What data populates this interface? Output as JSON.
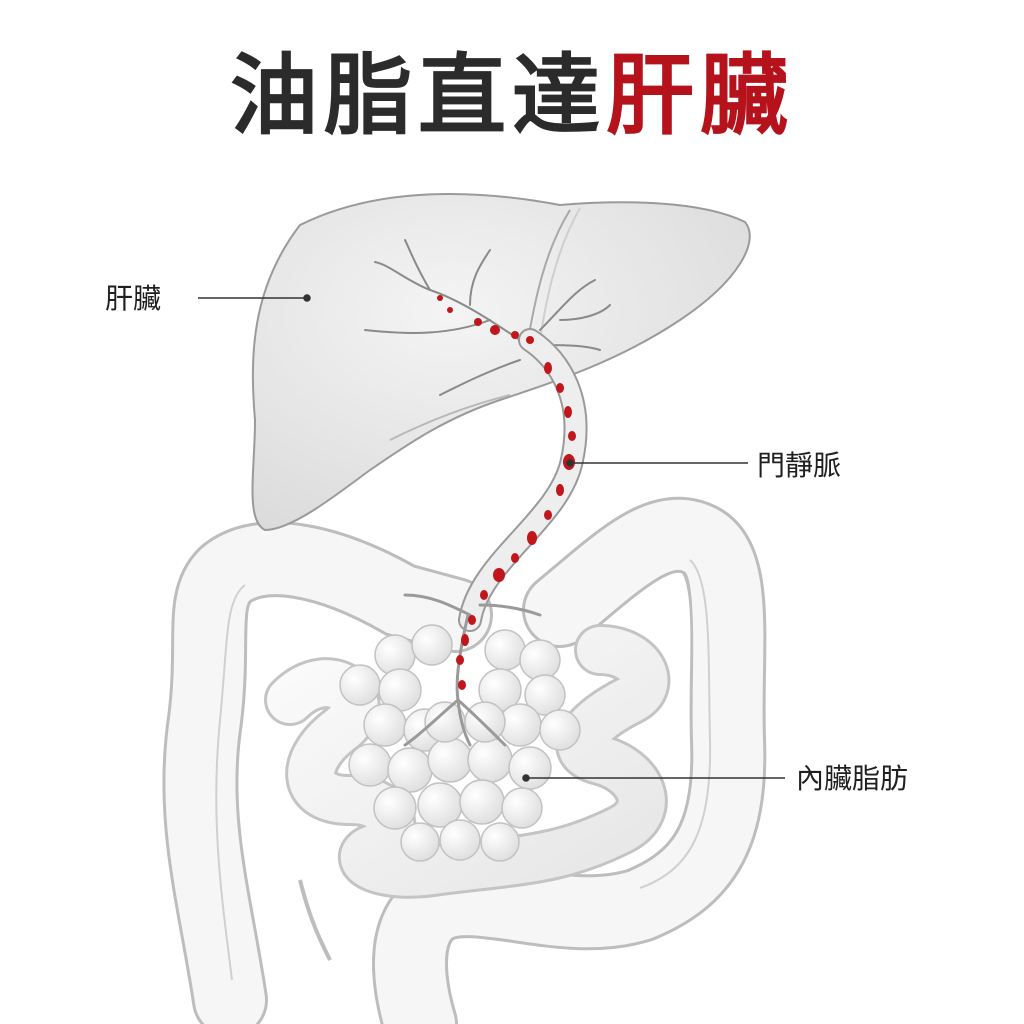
{
  "title": {
    "part1": "油脂直達",
    "part2": "肝臟"
  },
  "labels": {
    "liver": "肝臟",
    "portal_vein": "門靜脈",
    "visceral_fat": "內臟脂肪"
  },
  "colors": {
    "title_dark": "#2b2b2b",
    "title_accent": "#b5121b",
    "fat_droplet": "#c0161c",
    "organ_fill": "#ebebeb"
  }
}
